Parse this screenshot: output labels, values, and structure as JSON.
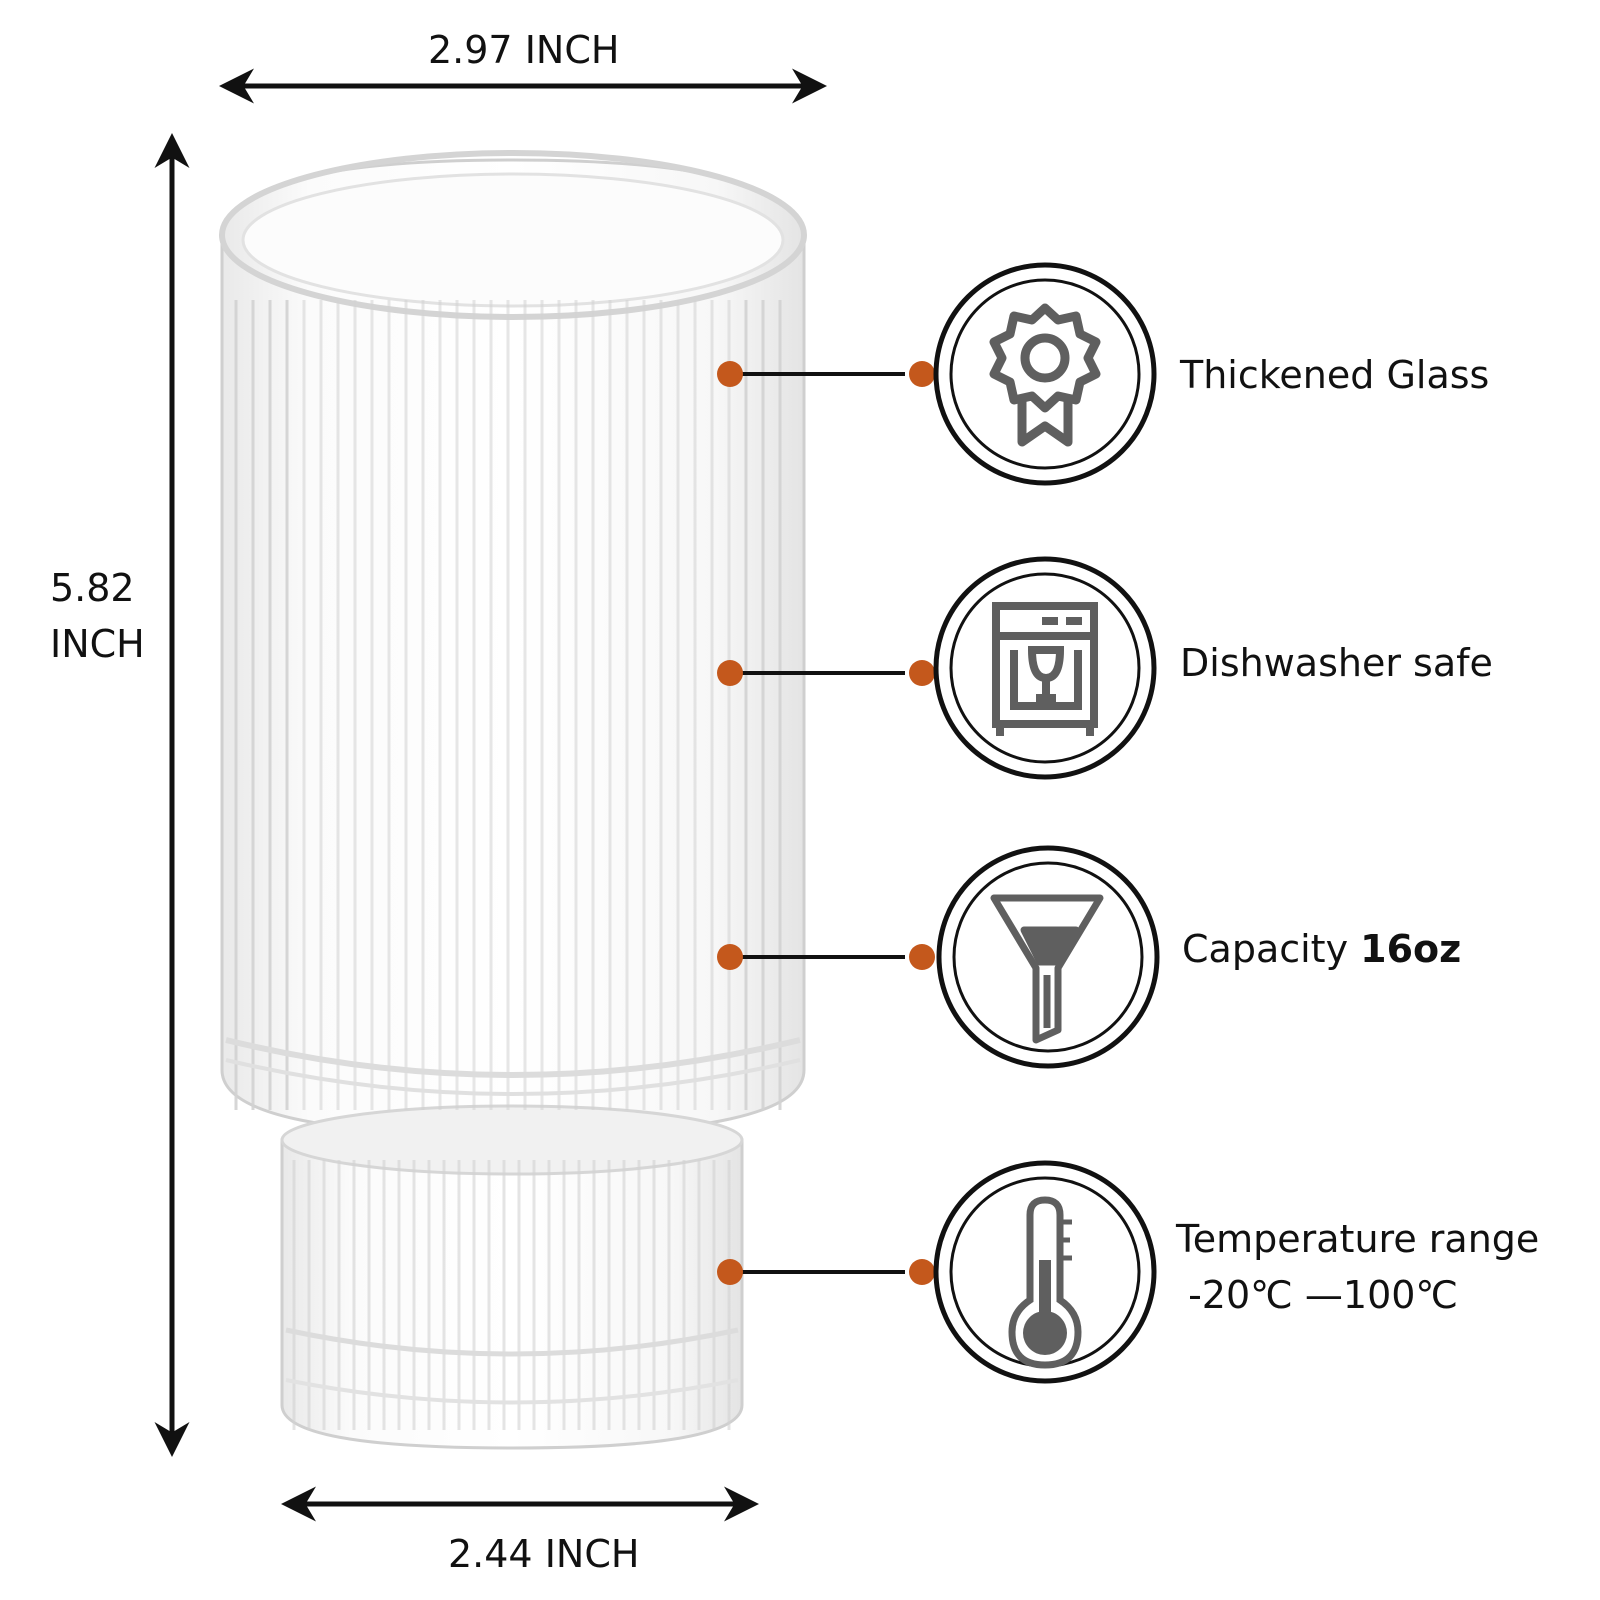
{
  "dimensions": {
    "top_width": "2.97 INCH",
    "height_line1": "5.82",
    "height_line2": "INCH",
    "bottom_width": "2.44 INCH"
  },
  "features": [
    {
      "icon": "badge-icon",
      "label": "Thickened Glass"
    },
    {
      "icon": "dishwasher-icon",
      "label": "Dishwasher safe"
    },
    {
      "icon": "funnel-icon",
      "label_prefix": "Capacity ",
      "label_bold": "16oz"
    },
    {
      "icon": "thermometer-icon",
      "label_line1": "Temperature range",
      "label_line2": " -20℃ —100℃"
    }
  ],
  "colors": {
    "accent_dot": "#c4581c",
    "line": "#111111",
    "icon_gray": "#5f5f5f"
  }
}
